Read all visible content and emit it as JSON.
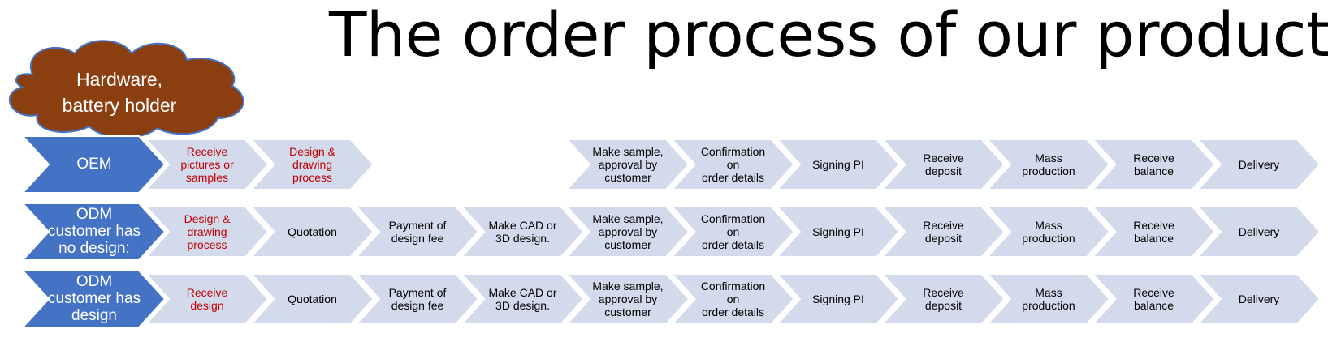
{
  "title": "The order process of our products",
  "cloud": {
    "lines": [
      "Hardware,",
      "battery holder"
    ]
  },
  "colors": {
    "head_fill": "#4472C4",
    "step_fill": "#D3DAEC",
    "cloud_fill": "#8B3E0F",
    "cloud_stroke": "#4472C4",
    "highlight_text": "#C00000",
    "normal_text": "#000000"
  },
  "rows": [
    {
      "label": [
        "OEM"
      ],
      "steps": [
        {
          "lines": [
            "Receive",
            "pictures or",
            "samples"
          ],
          "highlight": true,
          "col": 0
        },
        {
          "lines": [
            "Design &",
            "drawing",
            "process"
          ],
          "highlight": true,
          "col": 1
        },
        {
          "lines": [
            "Make sample,",
            "approval by",
            "customer"
          ],
          "highlight": false,
          "col": 4
        },
        {
          "lines": [
            "Confirmation",
            "on",
            "order details"
          ],
          "highlight": false,
          "col": 5
        },
        {
          "lines": [
            "Signing PI"
          ],
          "highlight": false,
          "col": 6
        },
        {
          "lines": [
            "Receive",
            "deposit"
          ],
          "highlight": false,
          "col": 7
        },
        {
          "lines": [
            "Mass",
            "production"
          ],
          "highlight": false,
          "col": 8
        },
        {
          "lines": [
            "Receive",
            "balance"
          ],
          "highlight": false,
          "col": 9
        },
        {
          "lines": [
            "Delivery"
          ],
          "highlight": false,
          "col": 10
        }
      ]
    },
    {
      "label": [
        "ODM",
        "customer has",
        "no design:"
      ],
      "steps": [
        {
          "lines": [
            "Design &",
            "drawing",
            "process"
          ],
          "highlight": true,
          "col": 0
        },
        {
          "lines": [
            "Quotation"
          ],
          "highlight": false,
          "col": 1
        },
        {
          "lines": [
            "Payment of",
            "design fee"
          ],
          "highlight": false,
          "col": 2
        },
        {
          "lines": [
            "Make CAD or",
            "3D design."
          ],
          "highlight": false,
          "col": 3
        },
        {
          "lines": [
            "Make sample,",
            "approval by",
            "customer"
          ],
          "highlight": false,
          "col": 4
        },
        {
          "lines": [
            "Confirmation",
            "on",
            "order details"
          ],
          "highlight": false,
          "col": 5
        },
        {
          "lines": [
            "Signing PI"
          ],
          "highlight": false,
          "col": 6
        },
        {
          "lines": [
            "Receive",
            "deposit"
          ],
          "highlight": false,
          "col": 7
        },
        {
          "lines": [
            "Mass",
            "production"
          ],
          "highlight": false,
          "col": 8
        },
        {
          "lines": [
            "Receive",
            "balance"
          ],
          "highlight": false,
          "col": 9
        },
        {
          "lines": [
            "Delivery"
          ],
          "highlight": false,
          "col": 10
        }
      ]
    },
    {
      "label": [
        "ODM",
        "customer has",
        "design"
      ],
      "steps": [
        {
          "lines": [
            "Receive",
            "design"
          ],
          "highlight": true,
          "col": 0
        },
        {
          "lines": [
            "Quotation"
          ],
          "highlight": false,
          "col": 1
        },
        {
          "lines": [
            "Payment of",
            "design fee"
          ],
          "highlight": false,
          "col": 2
        },
        {
          "lines": [
            "Make CAD or",
            "3D design."
          ],
          "highlight": false,
          "col": 3
        },
        {
          "lines": [
            "Make sample,",
            "approval by",
            "customer"
          ],
          "highlight": false,
          "col": 4
        },
        {
          "lines": [
            "Confirmation",
            "on",
            "order details"
          ],
          "highlight": false,
          "col": 5
        },
        {
          "lines": [
            "Signing PI"
          ],
          "highlight": false,
          "col": 6
        },
        {
          "lines": [
            "Receive",
            "deposit"
          ],
          "highlight": false,
          "col": 7
        },
        {
          "lines": [
            "Mass",
            "production"
          ],
          "highlight": false,
          "col": 8
        },
        {
          "lines": [
            "Receive",
            "balance"
          ],
          "highlight": false,
          "col": 9
        },
        {
          "lines": [
            "Delivery"
          ],
          "highlight": false,
          "col": 10
        }
      ]
    }
  ]
}
